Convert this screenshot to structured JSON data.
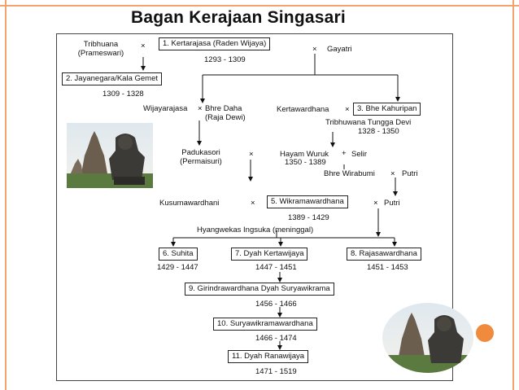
{
  "title": "Bagan Kerajaan Singasari",
  "nodes": {
    "tribhuana": "Tribhuana\n(Prameswari)",
    "kertarajasa": "1. Kertarajasa (Raden Wijaya)",
    "kertarajasa_years": "1293 - 1309",
    "gayatri": "Gayatri",
    "jayanegara": "2. Jayanegara/Kala Gemet",
    "jayanegara_years": "1309 - 1328",
    "wijayarajasa": "Wijayarajasa",
    "bhre_daha": "Bhre Daha\n(Raja Dewi)",
    "kertawardhana": "Kertawardhana",
    "bhre_kahuripan": "3. Bhe Kahuripan",
    "tribhuwana_tunggadewi": "Tribhuwana Tungga Devi",
    "tribhuwana_years": "1328 - 1350",
    "padukasori": "Padukasori\n(Permaisuri)",
    "hayam_wuruk": "Hayam Wuruk",
    "hayam_wuruk_years": "1350 - 1389",
    "selir": "Selir",
    "bhre_wirabumi": "Bhre Wirabumi",
    "putri_1": "Putri",
    "kusumawardhani": "Kusumawardhani",
    "wikramawardhana": "5. Wikramawardhana",
    "wikramawardhana_years": "1389 - 1429",
    "putri_2": "Putri",
    "hyangwekas": "Hyangwekas Ingsuka (meninggal)",
    "suhita": "6. Suhita",
    "suhita_years": "1429 - 1447",
    "kertawijaya": "7. Dyah Kertawijaya",
    "kertawijaya_years": "1447 - 1451",
    "rajasawardhana": "8. Rajasawardhana",
    "rajasawardhana_years": "1451 - 1453",
    "girindrawardhana": "9. Girindrawardhana Dyah Suryawikrama",
    "girindrawardhana_years": "1456 - 1466",
    "suryawikramawardhana": "10. Suryawikramawardhana",
    "suryawikramawardhana_years": "1466 - 1474",
    "ranawijaya": "11. Dyah Ranawijaya",
    "ranawijaya_years": "1471 - 1519"
  },
  "marks": {
    "marriage": "×",
    "plus": "+"
  }
}
